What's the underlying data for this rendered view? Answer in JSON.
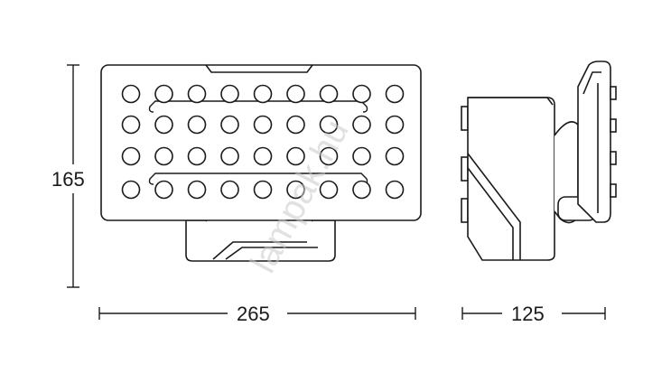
{
  "dimensions": {
    "height_label": "165",
    "width_label": "265",
    "depth_label": "125"
  },
  "watermark": "lampak.hu",
  "led_grid": {
    "rows": 4,
    "cols": 9
  },
  "colors": {
    "stroke": "#1a1a1a",
    "fill": "#ffffff",
    "watermark": "#c9c9c9"
  }
}
